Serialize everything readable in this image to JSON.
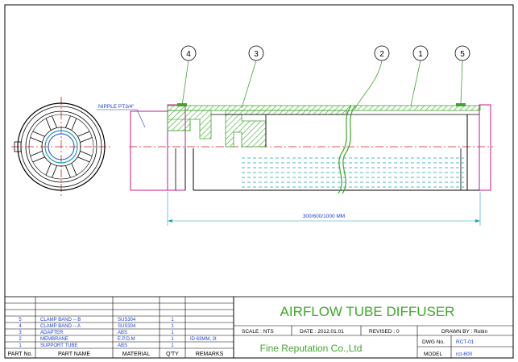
{
  "balloons": [
    {
      "num": "4"
    },
    {
      "num": "3"
    },
    {
      "num": "2"
    },
    {
      "num": "1"
    },
    {
      "num": "5"
    }
  ],
  "labels": {
    "nipple": "NIPPLE  PT3/4\"",
    "dimension": "300/600/1000 MM"
  },
  "title_block": {
    "title": "AIRFLOW   TUBE   DIFFUSER",
    "scale": "SCALE :  NTS",
    "date": "DATE : 2012.01.01",
    "revised": "REVISED :  0",
    "drawn_by": "DRAWN BY : Robin",
    "company": "Fine Reputation Co.,Ltd",
    "dwg_no_label": "DWG No.",
    "dwg_no": "RCT-01",
    "model_label": "MODEL",
    "model": "rct-600"
  },
  "parts_table": {
    "headers": {
      "no": "PART No.",
      "name": "PART   NAME",
      "material": "MATERIAL",
      "qty": "Q'TY",
      "remarks": "REMARKS"
    },
    "rows": [
      {
        "no": "5",
        "name": "CLAMP BAND -- B",
        "material": "SUS304",
        "qty": "1",
        "remarks": ""
      },
      {
        "no": "4",
        "name": "CLAMP BAND -- A",
        "material": "SUS304",
        "qty": "1",
        "remarks": ""
      },
      {
        "no": "3",
        "name": "ADAPTER",
        "material": "ABS",
        "qty": "1",
        "remarks": ""
      },
      {
        "no": "2",
        "name": "MEMBRANE",
        "material": "E.P.D.M",
        "qty": "1",
        "remarks": "ID 63MM, 2t"
      },
      {
        "no": "1",
        "name": "SUPPORT TUBE",
        "material": "ABS",
        "qty": "1",
        "remarks": ""
      }
    ]
  },
  "colors": {
    "green": "#3fa62c",
    "magenta": "#c2188f",
    "blue": "#1b3fd6",
    "cyan": "#1aa3b8",
    "red": "#d61f1f",
    "olive": "#8a8a1e",
    "black": "#000000"
  }
}
